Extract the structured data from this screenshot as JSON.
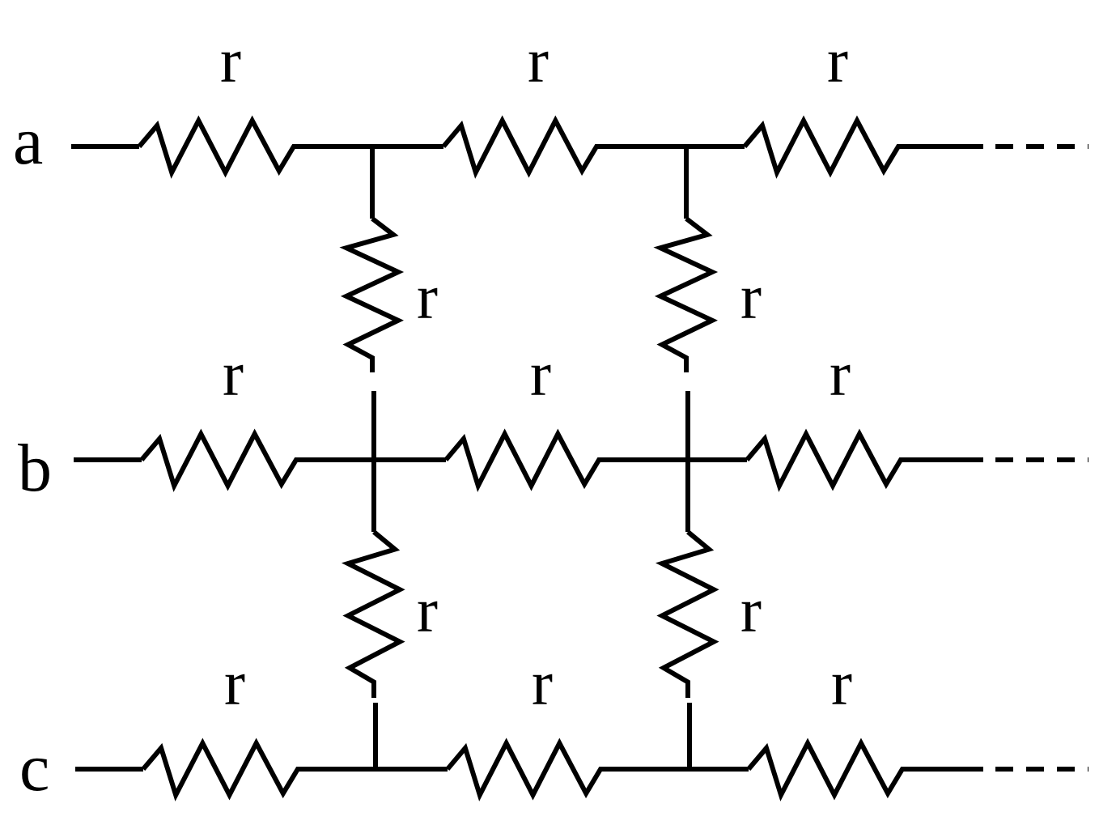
{
  "diagram": {
    "type": "infinite resistor ladder network",
    "terminals": [
      "a",
      "b",
      "c"
    ],
    "resistor_label": "r",
    "continuation": "---",
    "stroke_color": "#000000"
  }
}
